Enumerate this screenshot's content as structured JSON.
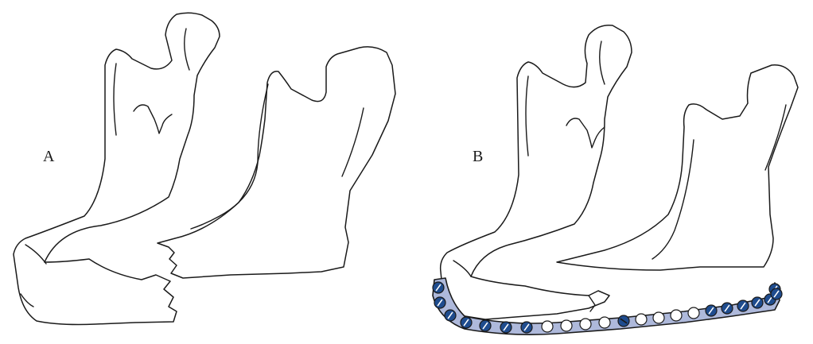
{
  "panels": [
    {
      "label": "A"
    },
    {
      "label": "B"
    }
  ],
  "plate": {
    "fill_color": "#aeb9db",
    "screw_color": "#1f4c8e",
    "holes": [
      "screw",
      "screw",
      "screw",
      "screw",
      "screw",
      "screw",
      "screw",
      "open",
      "open",
      "open",
      "open",
      "screw-diagonal",
      "open",
      "open",
      "open",
      "open",
      "screw",
      "screw",
      "screw",
      "screw",
      "screw",
      "screw",
      "screw"
    ]
  }
}
